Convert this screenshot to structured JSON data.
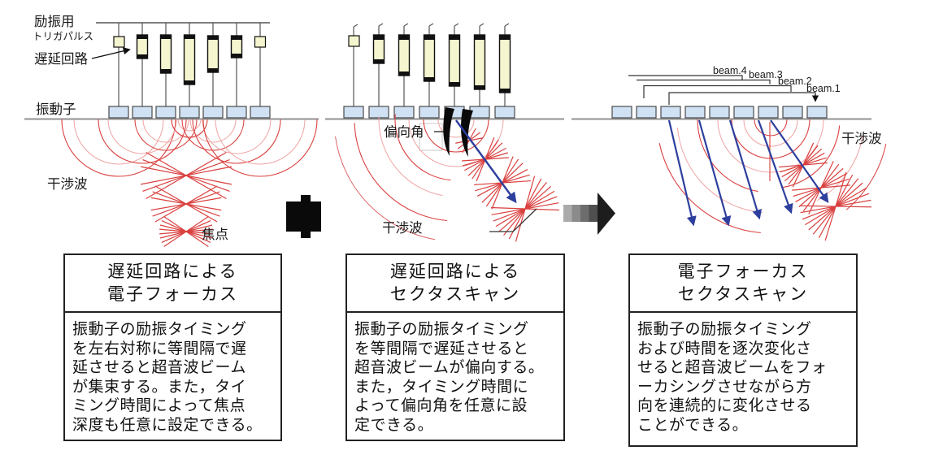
{
  "panels": {
    "left": {
      "labels": {
        "trigger_line1": "励振用",
        "trigger_line2": "トリガパルス",
        "delay_circuit": "遅延回路",
        "transducer": "振動子",
        "interference": "干渉波",
        "focus": "焦点"
      },
      "box": {
        "title": "遅延回路による\n電子フォーカス",
        "body": "振動子の励振タイミング\nを左右対称に等間隔で遅\n延させると超音波ビーム\nが集束する。また，タイ\nミング時間によって焦点\n深度も任意に設定できる。"
      }
    },
    "middle": {
      "labels": {
        "deflection_angle": "偏向角",
        "interference": "干渉波"
      },
      "box": {
        "title": "遅延回路による\nセクタスキャン",
        "body": "振動子の励振タイミング\nを等間隔で遅延させると\n超音波ビームが偏向する。\nまた，タイミング時間に\nよって偏向角を任意に設\n定できる。"
      }
    },
    "right": {
      "labels": {
        "beams": [
          "beam.4",
          "beam.3",
          "beam.2",
          "beam.1"
        ],
        "interference": "干渉波"
      },
      "box": {
        "title": "電子フォーカス\nセクタスキャン",
        "body": "振動子の励振タイミング\nおよび時間を逐次変化さ\nせると超音波ビームをフォ\nーカシングさせながら方\n向を連続的に変化させる\nことができる。"
      }
    }
  },
  "colors": {
    "wave_red": "#d9403f",
    "wave_pink": "#efa3a3",
    "beam_blue": "#2d3f9e",
    "transducer_fill": "#cfe1f3",
    "delay_fill": "#f5f5cf",
    "surface_gray": "#909090",
    "connector_black": "#0a0a0a"
  }
}
